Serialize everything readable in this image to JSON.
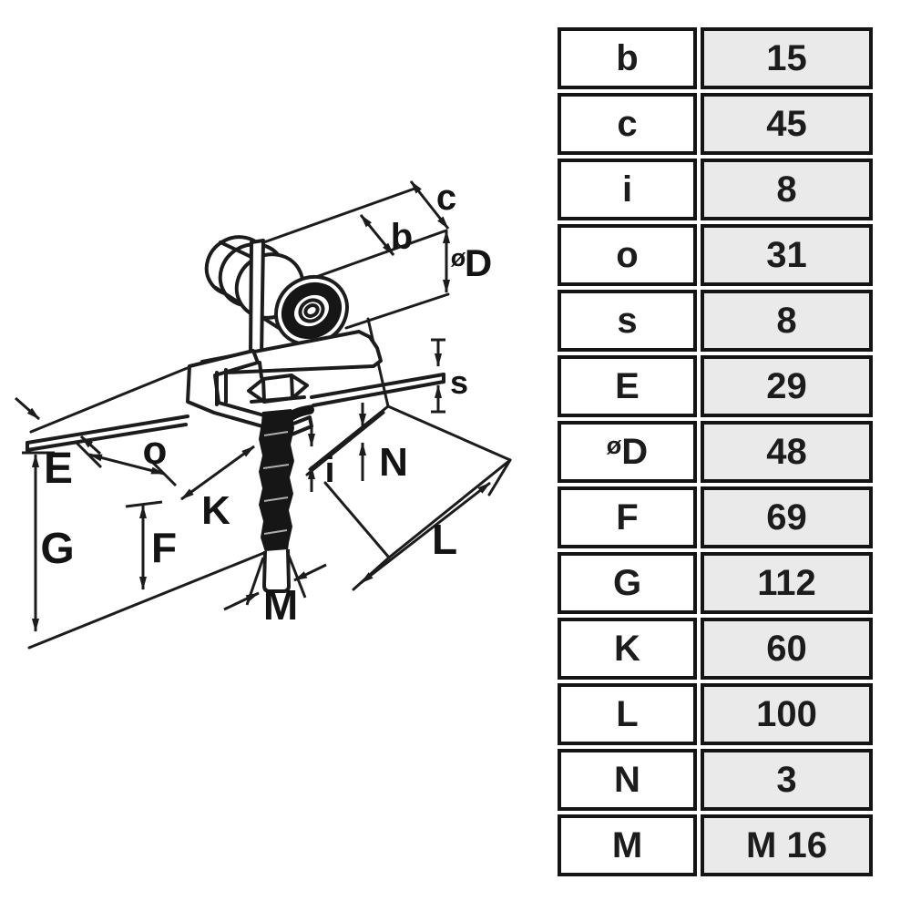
{
  "drawing": {
    "description": "isometric technical drawing of sliding-door hanger roller with threaded bolt",
    "labels": {
      "c": "c",
      "b": "b",
      "diameter_prefix": "ø",
      "diameter_letter": "D",
      "s": "s",
      "E": "E",
      "o": "o",
      "G": "G",
      "K": "K",
      "F": "F",
      "i": "i",
      "N": "N",
      "L": "L",
      "M": "M"
    }
  },
  "table": {
    "rows": [
      {
        "label": "b",
        "value": "15"
      },
      {
        "label": "c",
        "value": "45"
      },
      {
        "label": "i",
        "value": "8"
      },
      {
        "label": "o",
        "value": "31"
      },
      {
        "label": "s",
        "value": "8"
      },
      {
        "label": "E",
        "value": "29"
      },
      {
        "label": "øD",
        "value": "48"
      },
      {
        "label": "F",
        "value": "69"
      },
      {
        "label": "G",
        "value": "112"
      },
      {
        "label": "K",
        "value": "60"
      },
      {
        "label": "L",
        "value": "100"
      },
      {
        "label": "N",
        "value": "3"
      },
      {
        "label": "M",
        "value": "M 16"
      }
    ]
  },
  "colors": {
    "ink": "#1c1c1c",
    "paper": "#ffffff",
    "value_cell": "#eaeaea"
  }
}
